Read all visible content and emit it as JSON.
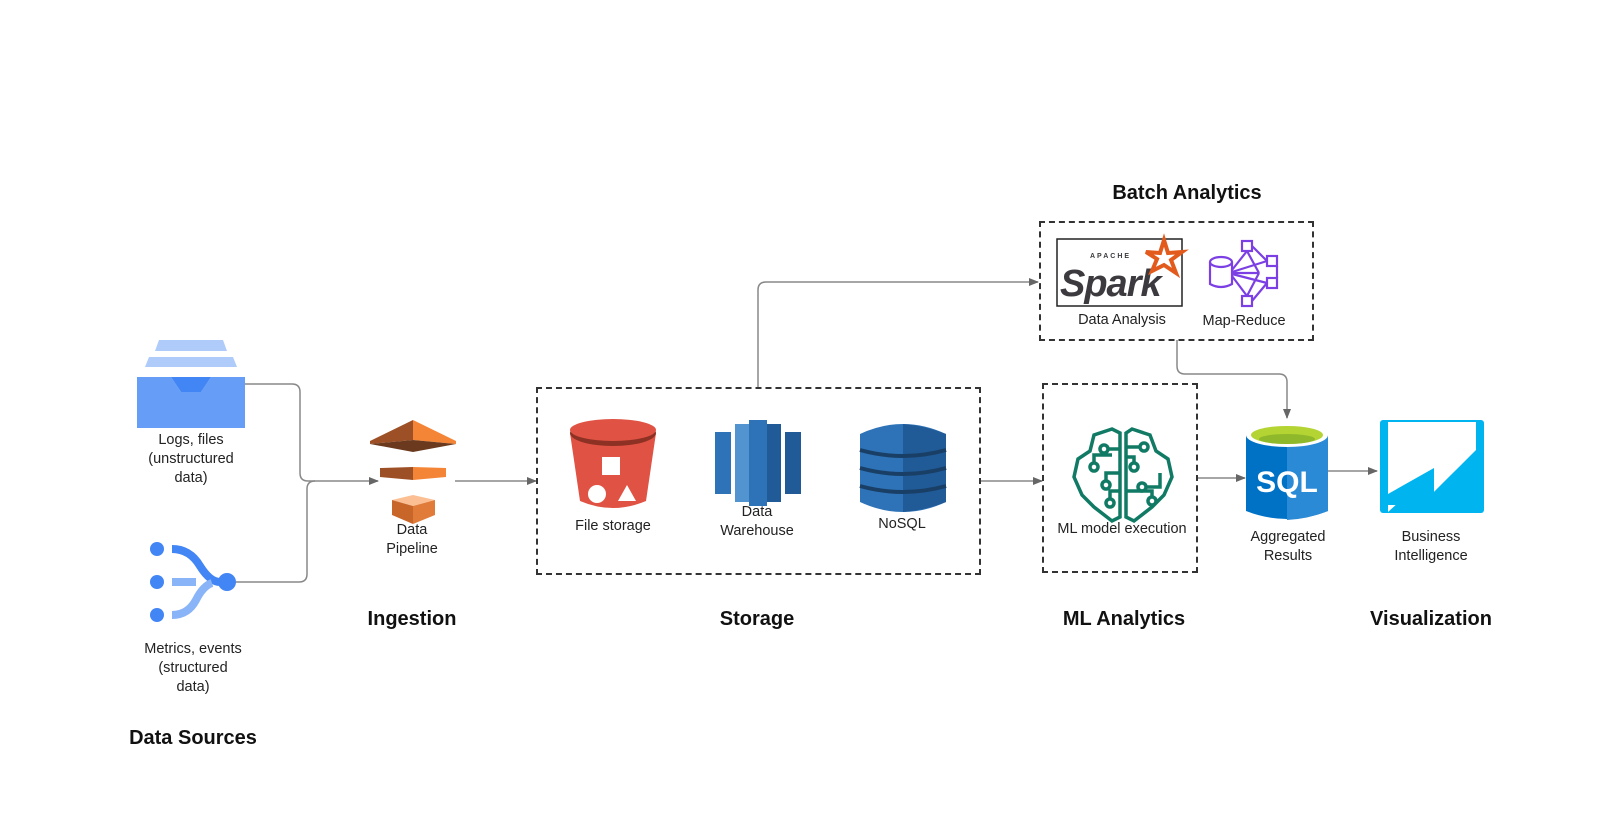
{
  "sections": {
    "data_sources": "Data Sources",
    "ingestion": "Ingestion",
    "storage": "Storage",
    "batch_analytics": "Batch Analytics",
    "ml_analytics": "ML Analytics",
    "visualization": "Visualization"
  },
  "nodes": {
    "logs": {
      "line1": "Logs, files",
      "line2": "(unstructured",
      "line3": "data)",
      "icon": "inbox-tray-icon",
      "color": "#669df6"
    },
    "metrics": {
      "line1": "Metrics, events",
      "line2": "(structured",
      "line3": "data)",
      "icon": "merge-streams-icon",
      "color": "#4285f4"
    },
    "pipeline": {
      "line1": "Data",
      "line2": "Pipeline",
      "icon": "aws-data-pipeline-icon",
      "color": "#f58536"
    },
    "file_storage": {
      "label": "File storage",
      "icon": "s3-bucket-icon",
      "color": "#e05243"
    },
    "warehouse": {
      "line1": "Data",
      "line2": "Warehouse",
      "icon": "redshift-icon",
      "color": "#2e73b8"
    },
    "nosql": {
      "label": "NoSQL",
      "icon": "dynamodb-icon",
      "color": "#2e73b8"
    },
    "spark": {
      "label": "Data Analysis",
      "logo_text": "APACHE Spark",
      "icon": "apache-spark-logo",
      "color": "#e25a1c"
    },
    "mapreduce": {
      "label": "Map-Reduce",
      "icon": "map-reduce-icon",
      "color": "#7b3fe4"
    },
    "ml_model": {
      "label": "ML model execution",
      "icon": "ml-brain-icon",
      "color": "#117a65"
    },
    "sql": {
      "line1": "Aggregated",
      "line2": "Results",
      "logo_text": "SQL",
      "icon": "sql-database-icon",
      "color": "#0072c6"
    },
    "bi": {
      "line1": "Business",
      "line2": "Intelligence",
      "icon": "business-intelligence-icon",
      "color": "#00b4f0"
    }
  }
}
